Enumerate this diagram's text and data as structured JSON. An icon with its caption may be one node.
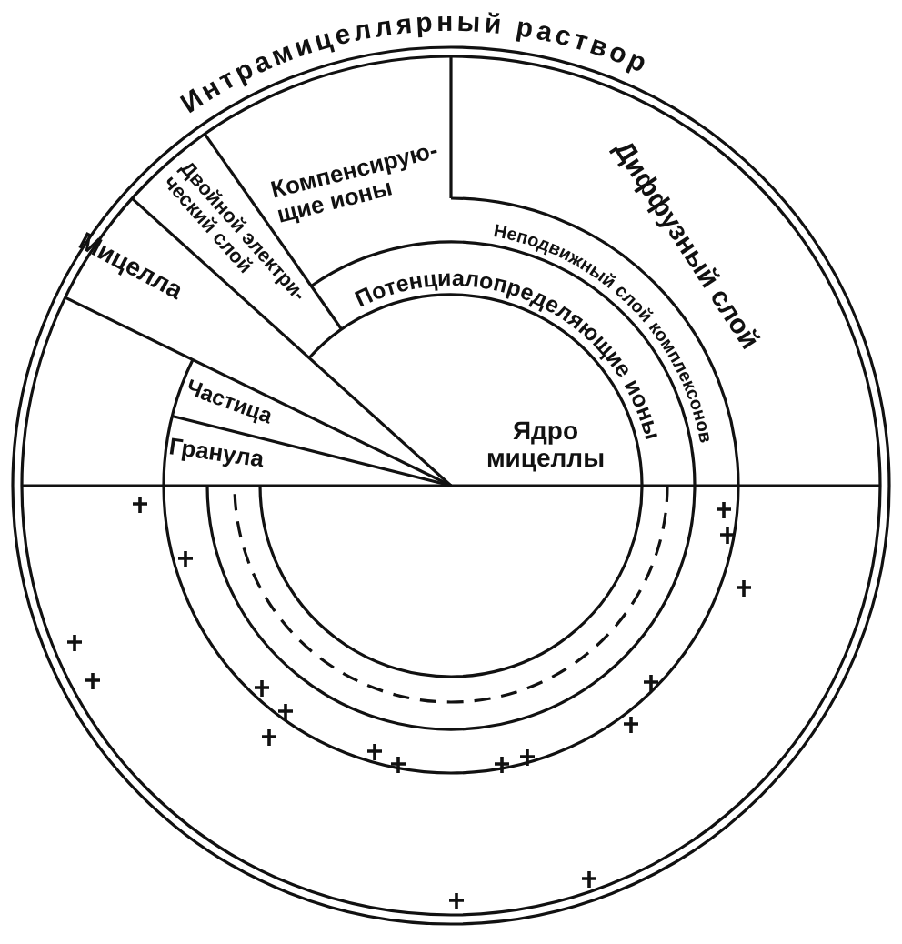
{
  "diagram": {
    "labels": [
      "Интрамицеллярный раствор",
      "Компенсирую- щие ионы",
      "Двойной электри- ческий слой",
      "Диффузный слой",
      "Неподвижный слой комплексонов",
      "Мицелла",
      "Потенциалопределяющие ионы",
      "Частица",
      "Ядро мицеллы",
      "Гранула"
    ]
  }
}
